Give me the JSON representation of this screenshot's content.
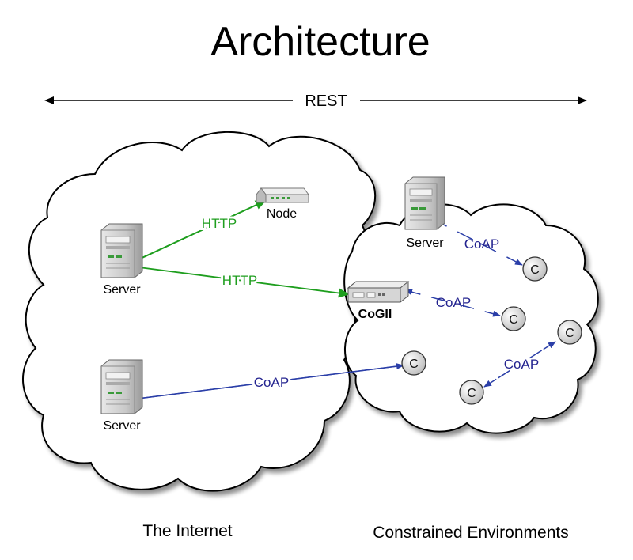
{
  "title": "Architecture",
  "rest_label": "REST",
  "clouds": {
    "internet_label": "The Internet",
    "constrained_label": "Constrained Environments"
  },
  "nodes": {
    "server_internet_top": "Server",
    "server_internet_bottom": "Server",
    "server_constrained": "Server",
    "node": "Node",
    "cogii": "CoGII",
    "c1": "C",
    "c2": "C",
    "c3": "C",
    "c4": "C",
    "c5": "C"
  },
  "links": {
    "http_to_node": "HTTP",
    "http_to_cogii": "HTTP",
    "coap_server_c": "CoAP",
    "coap_cogii_c": "CoAP",
    "coap_c_c": "CoAP",
    "coap_internet_c": "CoAP"
  },
  "colors": {
    "http": "#1e9e1e",
    "coap": "#2b3fa8",
    "coap_text": "#23238f",
    "cloud_stroke": "#000000",
    "server_body": "#c9c9c9",
    "c_fill": "#dcdcdc"
  }
}
